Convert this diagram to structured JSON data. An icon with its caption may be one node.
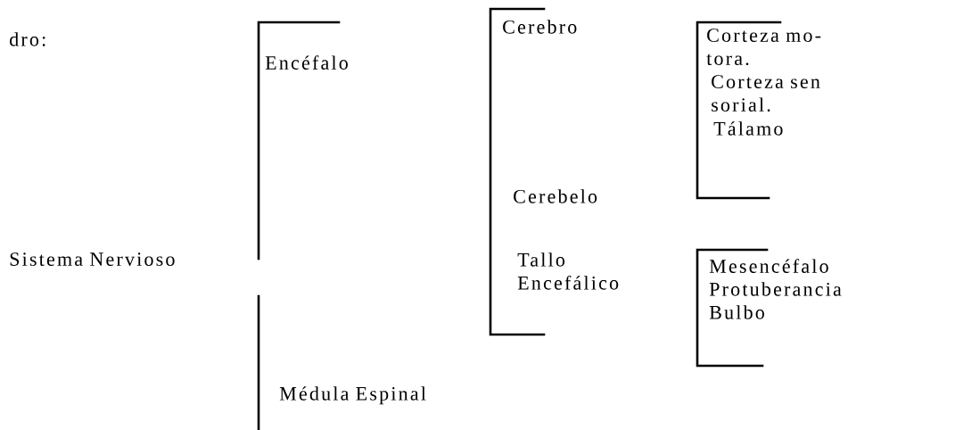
{
  "diagram": {
    "labels": [
      "dro:",
      "Encéfalo",
      "Cerebro",
      "Corteza mo- tora.",
      "Corteza sen sorial.",
      "Tálamo",
      "Cerebelo",
      "Sistema Nervioso",
      "Tallo Encefálico",
      "Mesencéfalo",
      "Protuberancia",
      "Bulbo",
      "Médula Espinal"
    ]
  }
}
